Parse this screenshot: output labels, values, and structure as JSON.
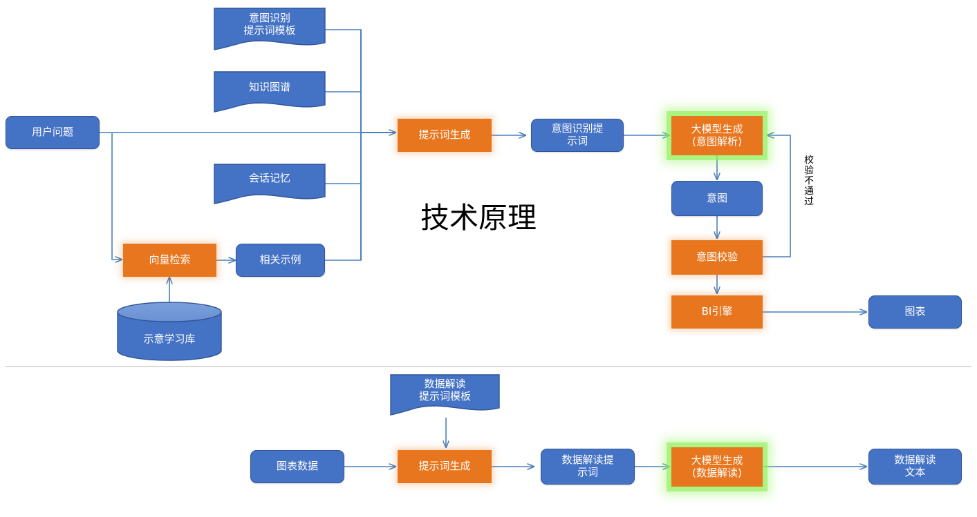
{
  "diagram": {
    "title": "技术原理",
    "colors": {
      "process": "#E8761E",
      "entity": "#4472C4",
      "entity_border": "#2F5597",
      "connector": "#4A7EBB",
      "glow": "#92F05A",
      "title_text": "#000000",
      "divider": "#d9d9d9"
    },
    "sections": [
      {
        "name": "intent-recognition-flow"
      },
      {
        "name": "data-interpretation-flow"
      }
    ]
  },
  "top_flow": {
    "user_question": "用户问题",
    "templates": {
      "intent_prompt_template": "意图识别\n提示词模板",
      "knowledge_graph": "知识图谱",
      "session_memory": "会话记忆"
    },
    "vector_search": "向量检索",
    "related_examples": "相关示例",
    "sample_library": "示意学习库",
    "prompt_generation": "提示词生成",
    "intent_prompt": "意图识别提\n示词",
    "llm_intent": "大模型生成\n(意图解析)",
    "intent": "意图",
    "intent_validation": "意图校验",
    "bi_engine": "BI引擎",
    "chart": "图表",
    "validation_failed_label": "校验不通过"
  },
  "bottom_flow": {
    "data_prompt_template": "数据解读\n提示词模板",
    "chart_data": "图表数据",
    "prompt_generation": "提示词生成",
    "data_prompt": "数据解读提\n示词",
    "llm_data": "大模型生成\n(数据解读)",
    "data_interpretation_text": "数据解读\n文本"
  }
}
